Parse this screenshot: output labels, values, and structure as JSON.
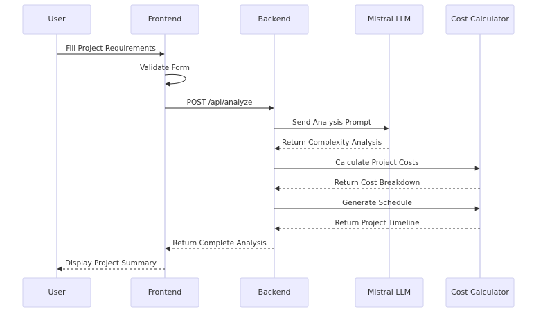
{
  "diagram": {
    "type": "sequence",
    "participants": [
      {
        "id": "user",
        "label": "User"
      },
      {
        "id": "frontend",
        "label": "Frontend"
      },
      {
        "id": "backend",
        "label": "Backend"
      },
      {
        "id": "mistral",
        "label": "Mistral LLM"
      },
      {
        "id": "cost",
        "label": "Cost Calculator"
      }
    ],
    "messages": [
      {
        "from": "user",
        "to": "frontend",
        "label": "Fill Project Requirements",
        "style": "solid"
      },
      {
        "from": "frontend",
        "to": "frontend",
        "label": "Validate Form",
        "style": "solid"
      },
      {
        "from": "frontend",
        "to": "backend",
        "label": "POST /api/analyze",
        "style": "solid"
      },
      {
        "from": "backend",
        "to": "mistral",
        "label": "Send Analysis Prompt",
        "style": "solid"
      },
      {
        "from": "mistral",
        "to": "backend",
        "label": "Return Complexity Analysis",
        "style": "dashed"
      },
      {
        "from": "backend",
        "to": "cost",
        "label": "Calculate Project Costs",
        "style": "solid"
      },
      {
        "from": "cost",
        "to": "backend",
        "label": "Return Cost Breakdown",
        "style": "dashed"
      },
      {
        "from": "backend",
        "to": "cost",
        "label": "Generate Schedule",
        "style": "solid"
      },
      {
        "from": "cost",
        "to": "backend",
        "label": "Return Project Timeline",
        "style": "dashed"
      },
      {
        "from": "backend",
        "to": "frontend",
        "label": "Return Complete Analysis",
        "style": "dashed"
      },
      {
        "from": "frontend",
        "to": "user",
        "label": "Display Project Summary",
        "style": "dashed"
      }
    ]
  }
}
